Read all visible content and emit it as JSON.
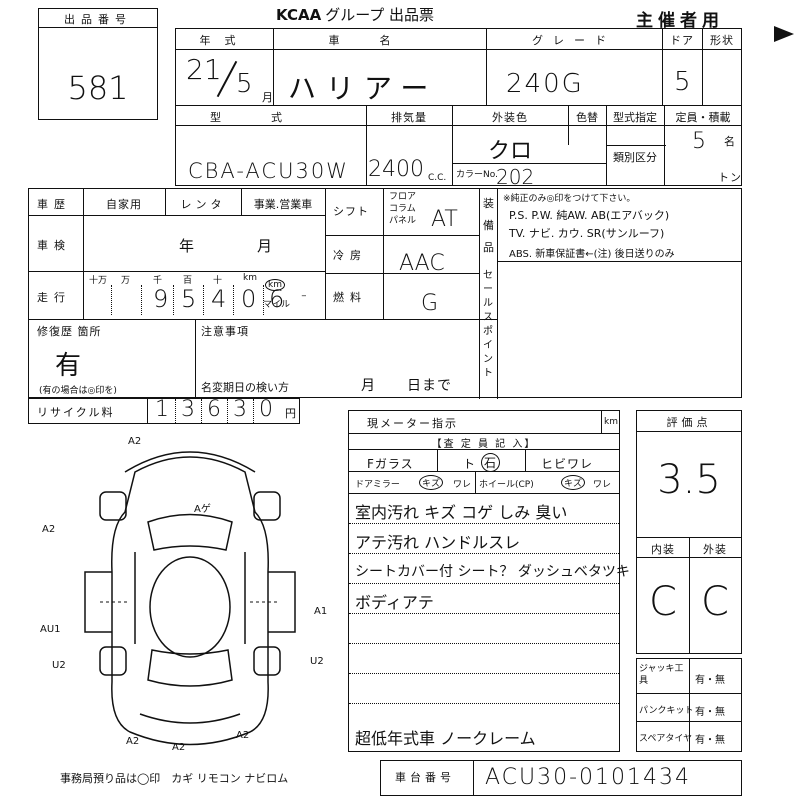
{
  "header": {
    "lot_label": "出品番号",
    "lot_number": "581",
    "org_title": "KCAA",
    "sheet_title": "グループ 出品票",
    "organizer_use": "主催者用"
  },
  "vehicle": {
    "year_label": "年式",
    "name_label": "車名",
    "grade_label": "グレード",
    "doors_label": "ドア",
    "body_label": "形状",
    "year_value": "21",
    "month_value": "5",
    "month_unit": "月",
    "name_value": "ハリアー",
    "grade_value": "240G",
    "doors_value": "5",
    "model_label": "型式",
    "displacement_label": "排気量",
    "exterior_color_label": "外装色",
    "color_change_label": "色替",
    "designation_label": "型式指定",
    "classification_label": "類別区分",
    "capacity_label": "定員・積載",
    "model_value": "CBA-ACU30W",
    "displacement_value": "2400",
    "cc_unit": "C.C.",
    "color_value": "クロ",
    "color_code_label": "カラーNo.",
    "color_code_value": "202",
    "capacity_value": "5",
    "capacity_unit": "名",
    "ton_unit": "トン"
  },
  "history": {
    "label": "車歴",
    "options": [
      "自家用",
      "レンタ",
      "事業.営業車"
    ],
    "inspection_label": "車検",
    "year_unit": "年",
    "month_unit": "月",
    "mileage_label": "走行",
    "digit_labels": [
      "十万",
      "万",
      "千",
      "百",
      "十",
      "km"
    ],
    "digits": [
      "9",
      "5",
      "4",
      "0",
      "6"
    ],
    "km_label": "km",
    "mile_label": "マイル",
    "dash": "-"
  },
  "shift": {
    "label": "シフト",
    "options": [
      "フロア",
      "コラム",
      "パネル"
    ],
    "value": "AT",
    "ac_label": "冷房",
    "ac_value": "AAC",
    "fuel_label": "燃料",
    "fuel_value": "G"
  },
  "equipment": {
    "label": "装備品",
    "note": "※純正のみ◎印をつけて下さい。",
    "line1": "P.S. P.W. 純AW. AB(エアバック)",
    "line2": "TV. ナビ. カウ. SR(サンルーフ)",
    "line3": "ABS. 新車保証書←(注) 後日送りのみ"
  },
  "sales_point_label": "セールスポイント",
  "repair": {
    "label": "修復歴 箇所",
    "value": "有",
    "note": "(有の場合は◎印を)"
  },
  "notes": {
    "label": "注意事項",
    "deadline_label": "名変期日の検い方",
    "month_unit": "月",
    "day_unit": "日まで"
  },
  "recycle": {
    "label": "リサイクル料",
    "digits": [
      "1",
      "3",
      "6",
      "3",
      "0"
    ],
    "unit": "円"
  },
  "inspection": {
    "meter_label": "現メーター指示",
    "km_unit": "km",
    "inspector_label": "【査 定 員 記 入】",
    "row1": [
      "Fガラス",
      "ト",
      "石",
      "ヒビワレ"
    ],
    "row2": [
      "ドアミラー",
      "キズ",
      "ワレ",
      "ホイール(CP)",
      "キズ",
      "ワレ"
    ],
    "comments": [
      "室内汚れ キズ コゲ しみ 臭い",
      "アテ汚れ ハンドルスレ",
      "シートカバー付 シート？ ダッシュベタツキ",
      "ボディアテ"
    ],
    "footer_note": "超低年式車 ノークレーム"
  },
  "grades": {
    "score_label": "評価点",
    "score": "3.5",
    "interior_label": "内装",
    "exterior_label": "外装",
    "interior": "C",
    "exterior": "C"
  },
  "tools": {
    "jack_label": "ジャッキ工具",
    "puncture_label": "パンクキット",
    "spare_label": "スペアタイヤ",
    "yes_no": "有・無"
  },
  "diagram": {
    "marks": [
      "A2",
      "A2",
      "Aゲ",
      "A1",
      "AU1",
      "U2",
      "U2",
      "A2",
      "A2",
      "A2"
    ]
  },
  "footer": {
    "office_note": "事務局預り品は◯印　カギ リモコン ナビロム",
    "chassis_label": "車台番号",
    "chassis_value": "ACU30-0101434"
  }
}
